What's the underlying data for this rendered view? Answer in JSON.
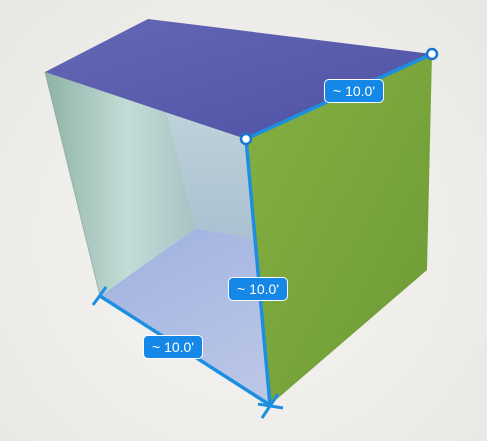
{
  "measurements": [
    {
      "id": "top-edge",
      "label": "~ 10.0'"
    },
    {
      "id": "vertical-edge",
      "label": "~ 10.0'"
    },
    {
      "id": "bottom-edge",
      "label": "~ 10.0'"
    }
  ],
  "colors": {
    "measure_line": "#1c8fe0",
    "label_bg": "#1587e6",
    "top_face": "#5b5fae",
    "right_face": "#7aa53c",
    "inner_face": "#9ab4c6"
  }
}
